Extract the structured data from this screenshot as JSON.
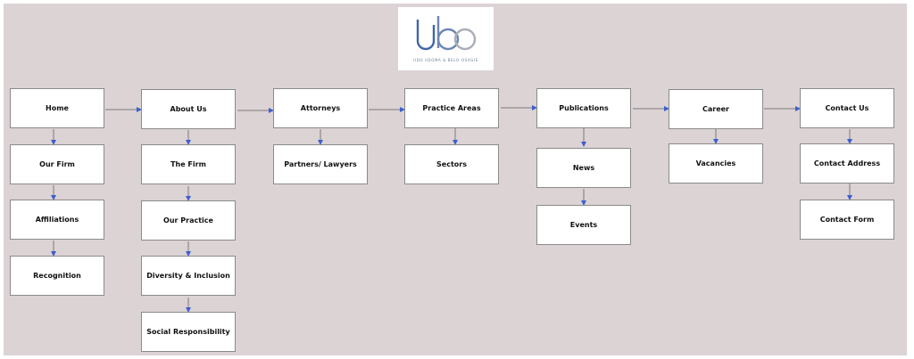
{
  "logo": {
    "wordmark": "ubo",
    "tagline": "UDO UDOMA & BELO-OSAGIE",
    "colors": {
      "u": "#3d67a8",
      "b": "#6d86b5",
      "o": "#a9aeb8"
    }
  },
  "colors": {
    "background": "#dcd3d4",
    "arrow": "#3d5fcf",
    "line": "#7a7a7a"
  },
  "nodes": {
    "home": "Home",
    "our_firm": "Our Firm",
    "affiliations": "Affiliations",
    "recognition": "Recognition",
    "about_us": "About Us",
    "the_firm": "The Firm",
    "our_practice": "Our Practice",
    "diversity_inclusion": "Diversity & Inclusion",
    "social_responsibility": "Social Responsibility",
    "attorneys": "Attorneys",
    "partners_lawyers": "Partners/ Lawyers",
    "practice_areas": "Practice Areas",
    "sectors": "Sectors",
    "publications": "Publications",
    "news": "News",
    "events": "Events",
    "career": "Career",
    "vacancies": "Vacancies",
    "contact_us": "Contact Us",
    "contact_address": "Contact Address",
    "contact_form": "Contact Form"
  }
}
